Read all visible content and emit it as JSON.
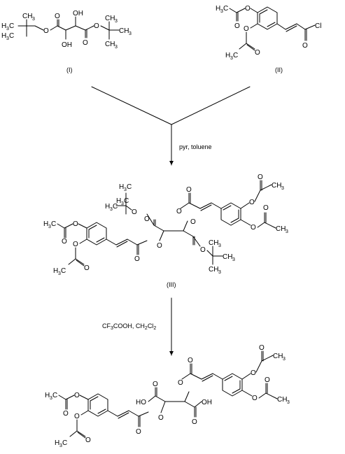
{
  "compounds": {
    "c1": {
      "label": "(I)"
    },
    "c2": {
      "label": "(II)"
    },
    "c3": {
      "label": "(III)"
    }
  },
  "reactions": {
    "step1": {
      "conditions": "pyr, toluene"
    },
    "step2": {
      "conditions_main": "CF",
      "conditions_sub1": "3",
      "conditions_mid": "COOH, CH",
      "conditions_sub2": "2",
      "conditions_end": "Cl",
      "conditions_sub3": "2"
    }
  },
  "atoms": {
    "o": "O",
    "oh": "OH",
    "ho": "HO",
    "cl": "Cl",
    "h3c": "H",
    "three": "3",
    "c": "C",
    "ch": "CH"
  }
}
